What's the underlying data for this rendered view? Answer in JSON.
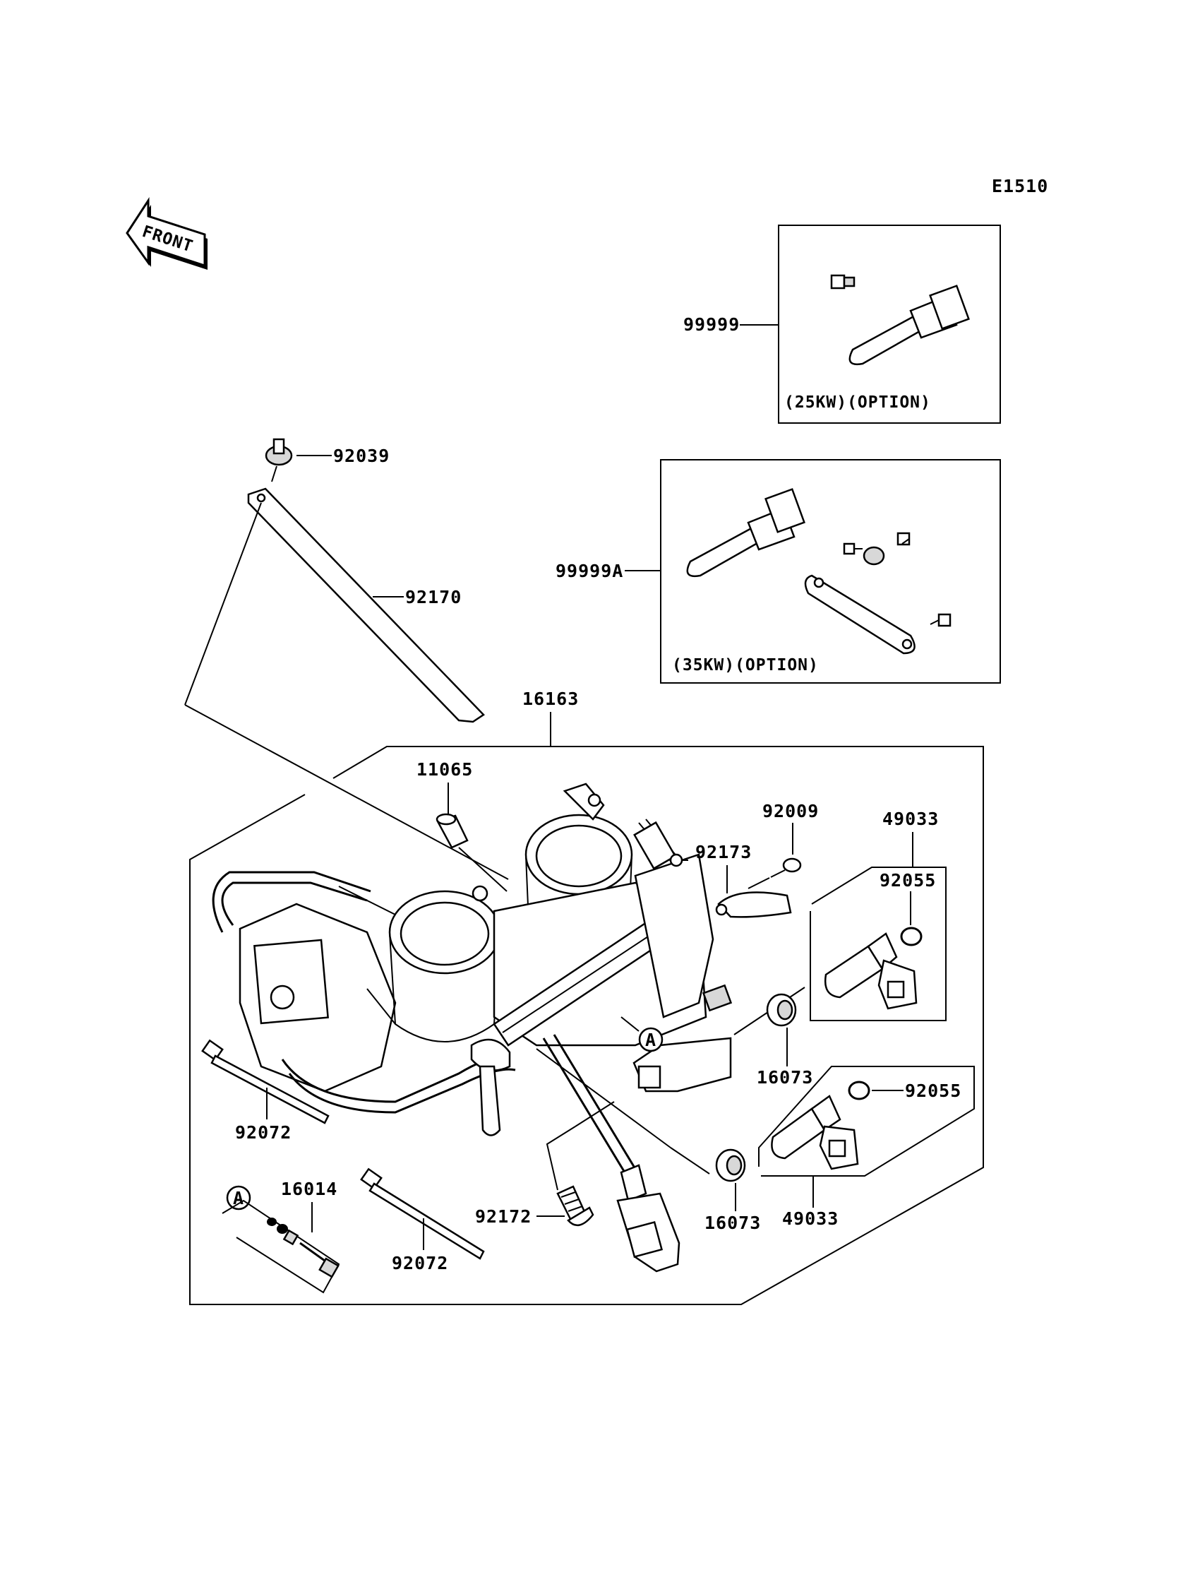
{
  "diagram_code": "E1510",
  "front_label": "FRONT",
  "callout_letter": "A",
  "parts": {
    "p99999": "99999",
    "p99999A": "99999A",
    "p92039": "92039",
    "p92170": "92170",
    "p16163": "16163",
    "p11065": "11065",
    "p92009": "92009",
    "p92173": "92173",
    "p49033_top": "49033",
    "p92055_top": "92055",
    "p16073_top": "16073",
    "p92055_bot": "92055",
    "p16073_bot": "16073",
    "p49033_bot": "49033",
    "p92072_left": "92072",
    "p16014": "16014",
    "p92072_bot": "92072",
    "p92172": "92172"
  },
  "options": {
    "kw25": "(25KW)(OPTION)",
    "kw35": "(35KW)(OPTION)"
  }
}
